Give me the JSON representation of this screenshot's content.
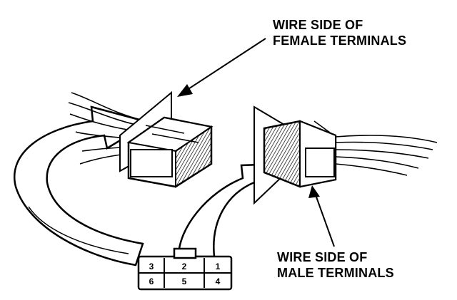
{
  "callouts": {
    "female": {
      "line1": "WIRE SIDE OF",
      "line2": "FEMALE TERMINALS"
    },
    "male": {
      "line1": "WIRE SIDE OF",
      "line2": "MALE TERMINALS"
    }
  },
  "terminal_view": {
    "pins_top_row": [
      "3",
      "2",
      "1"
    ],
    "pins_bottom_row": [
      "6",
      "5",
      "4"
    ]
  },
  "colors": {
    "ink": "#000000",
    "paper": "#ffffff"
  }
}
